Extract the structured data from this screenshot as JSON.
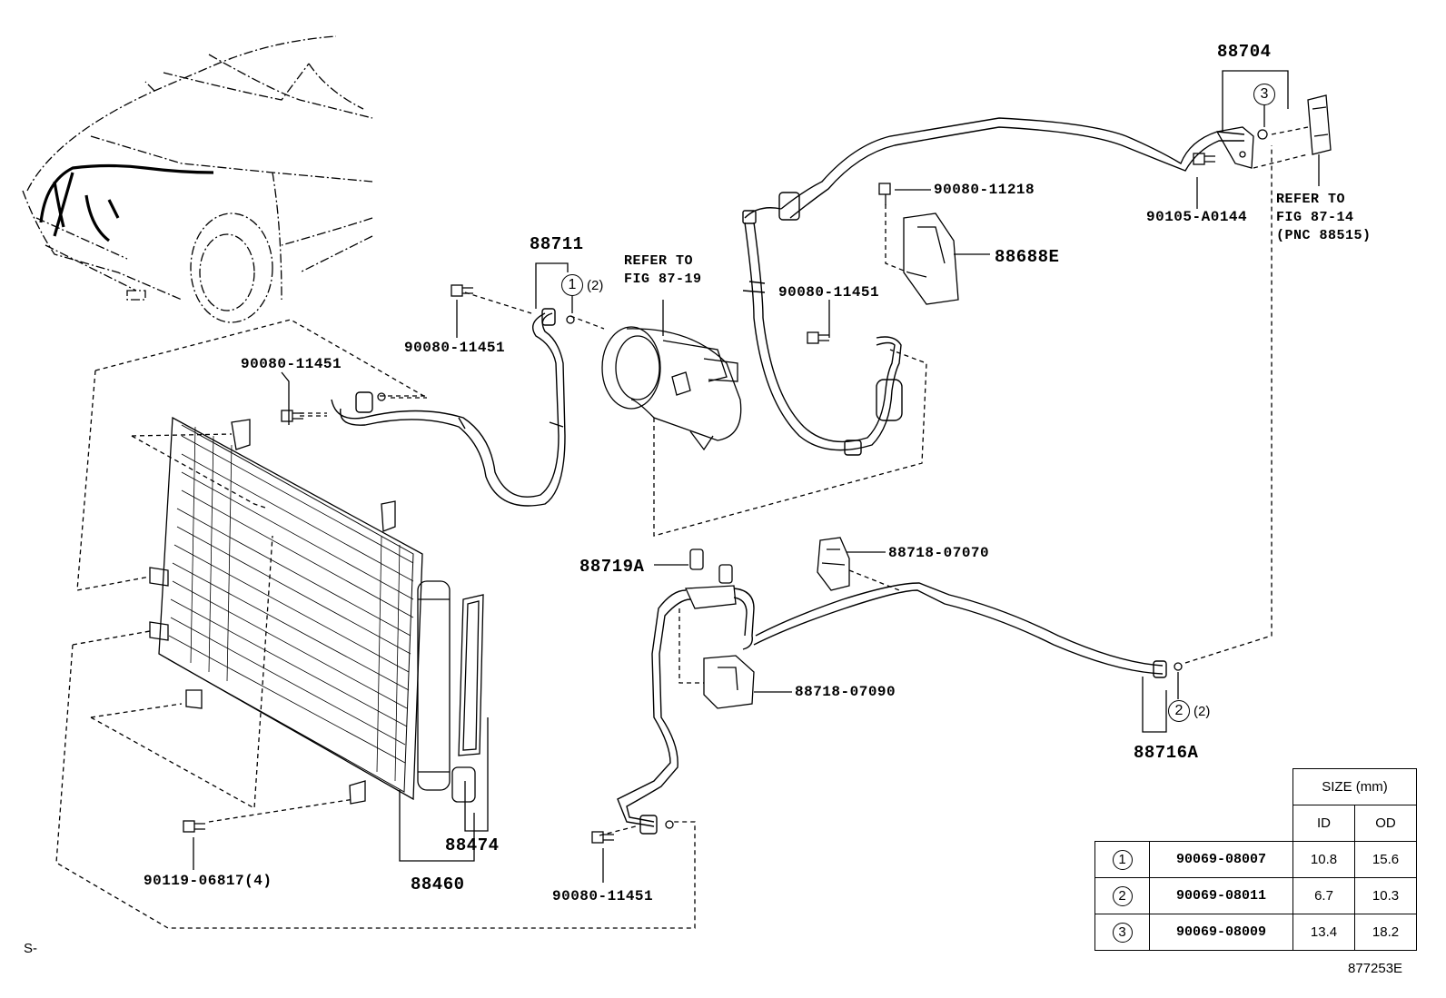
{
  "labels": {
    "p88704": "88704",
    "p90080_11218": "90080-11218",
    "p90105_A0144": "90105-A0144",
    "p88688E": "88688E",
    "p88711": "88711",
    "p90080_11451_a": "90080-11451",
    "p90080_11451_b": "90080-11451",
    "p90080_11451_c": "90080-11451",
    "p90080_11451_d": "90080-11451",
    "p88719A": "88719A",
    "p88718_07070": "88718-07070",
    "p88718_07090": "88718-07090",
    "p88716A": "88716A",
    "p88474": "88474",
    "p88460": "88460",
    "p90119_06817": "90119-06817(4)"
  },
  "notes": {
    "refer_fig_87_19": "REFER TO\nFIG 87-19",
    "refer_fig_87_14": "REFER TO\nFIG 87-14\n(PNC 88515)"
  },
  "markers": {
    "m1": "1",
    "m2": "2",
    "m3": "3",
    "m1_qty": "(2)",
    "m2_qty": "(2)"
  },
  "oring_table": {
    "header_size": "SIZE (mm)",
    "header_id": "ID",
    "header_od": "OD",
    "rows": [
      {
        "ref": "1",
        "part": "90069-08007",
        "id": "10.8",
        "od": "15.6"
      },
      {
        "ref": "2",
        "part": "90069-08011",
        "id": "6.7",
        "od": "10.3"
      },
      {
        "ref": "3",
        "part": "90069-08009",
        "id": "13.4",
        "od": "18.2"
      }
    ]
  },
  "footer": {
    "left_code": "S-",
    "figure_code": "877253E"
  }
}
